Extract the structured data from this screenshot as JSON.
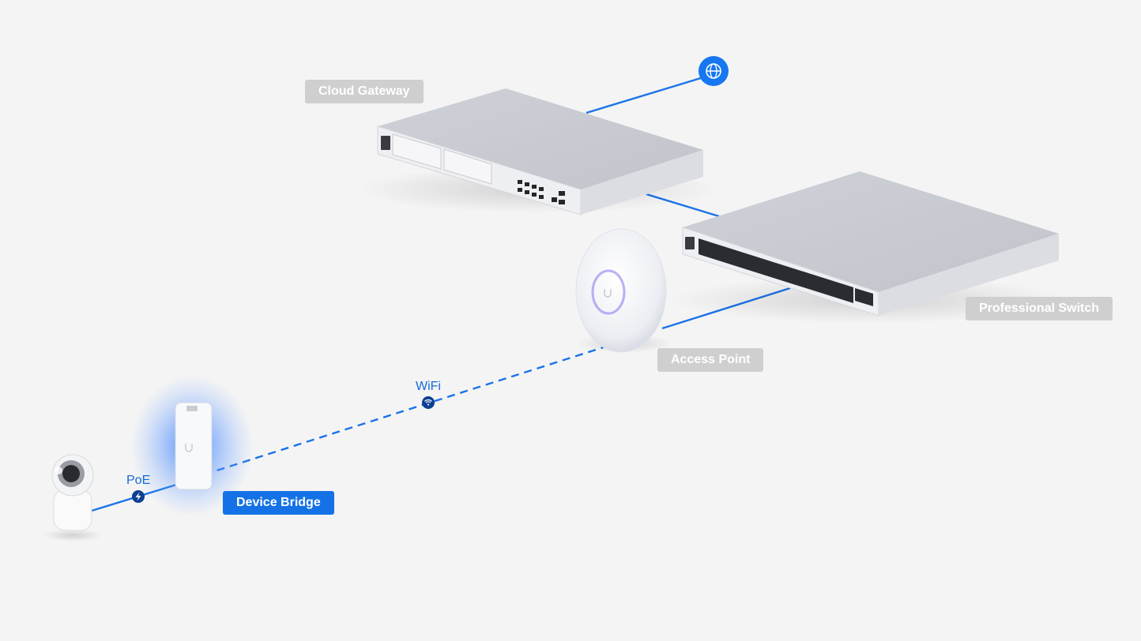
{
  "diagram": {
    "nodes": {
      "cloud_gateway": {
        "label": "Cloud Gateway",
        "highlighted": false
      },
      "professional_switch": {
        "label": "Professional Switch",
        "highlighted": false
      },
      "access_point": {
        "label": "Access Point",
        "highlighted": false
      },
      "device_bridge": {
        "label": "Device Bridge",
        "highlighted": true
      },
      "camera": {
        "label": ""
      },
      "internet": {
        "icon": "globe-icon"
      }
    },
    "links": {
      "wifi": {
        "label": "WiFi",
        "icon": "wifi-icon",
        "style": "dashed"
      },
      "poe": {
        "label": "PoE",
        "icon": "lightning-icon",
        "style": "solid"
      }
    }
  },
  "colors": {
    "background": "#f4f4f4",
    "link": "#1a73e8",
    "tag_default": "#cfcfcf",
    "tag_active": "#1472e6",
    "badge": "#0c3f91",
    "globe": "#1677f0"
  }
}
